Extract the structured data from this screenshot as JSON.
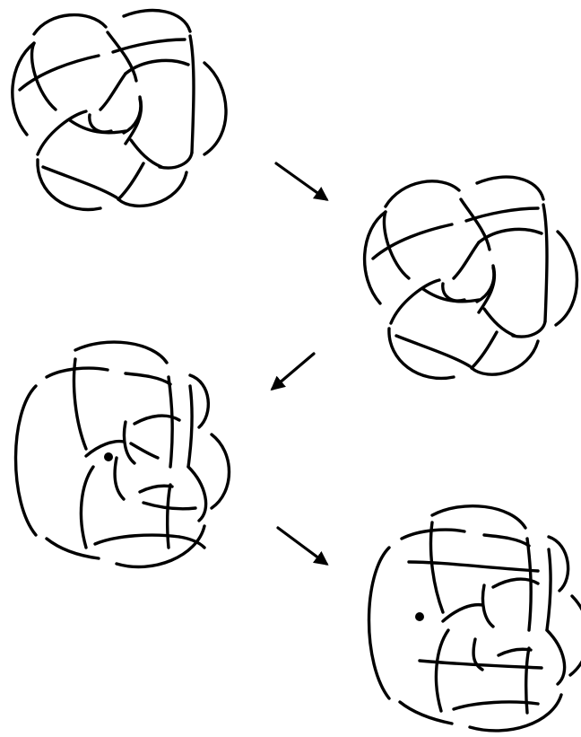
{
  "colors": {
    "ink": "#000000",
    "background": "#ffffff"
  },
  "figure": {
    "knots": [
      {
        "name": "knot-diagram-1",
        "step": 1,
        "marked_point": false
      },
      {
        "name": "knot-diagram-2",
        "step": 2,
        "marked_point": false
      },
      {
        "name": "knot-diagram-3",
        "step": 3,
        "marked_point": true
      },
      {
        "name": "knot-diagram-4",
        "step": 4,
        "marked_point": true
      }
    ],
    "arrows": [
      {
        "name": "arrow-1-to-2",
        "from": 1,
        "to": 2
      },
      {
        "name": "arrow-2-to-3",
        "from": 2,
        "to": 3
      },
      {
        "name": "arrow-3-to-4",
        "from": 3,
        "to": 4
      }
    ]
  }
}
